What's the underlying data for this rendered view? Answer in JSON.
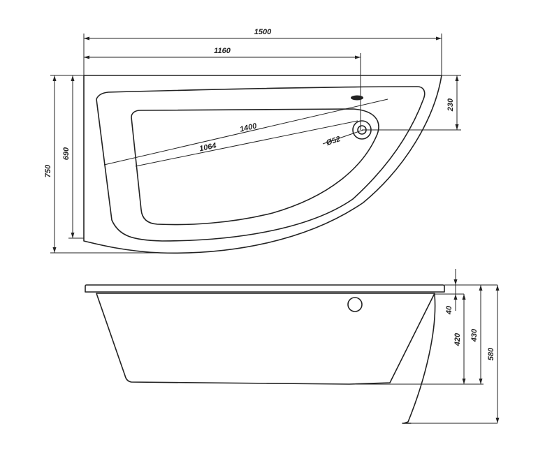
{
  "top_view": {
    "dim_total_length": "1500",
    "dim_drain_position": "1160",
    "dim_inner_length": "1400",
    "dim_basin_length": "1064",
    "dim_drain_diameter": "Ø52",
    "dim_total_width": "750",
    "dim_inner_width": "690",
    "dim_drain_offset": "230"
  },
  "side_view": {
    "dim_rim_height": "40",
    "dim_depth": "420",
    "dim_height": "430",
    "dim_total_height": "580"
  }
}
